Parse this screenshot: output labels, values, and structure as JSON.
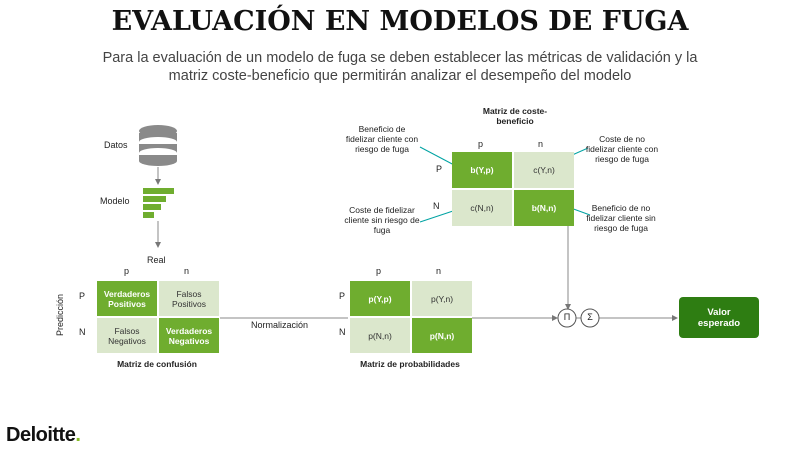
{
  "header": {
    "title": "EVALUACIÓN EN MODELOS DE FUGA",
    "subtitle_line1": "Para la evaluación de un modelo de fuga se deben establecer las métricas de validación y la",
    "subtitle_line2": "matriz coste-beneficio que permitirán analizar el desempeño del modelo"
  },
  "flow": {
    "datos": "Datos",
    "modelo": "Modelo",
    "real": "Real",
    "prediccion": "Predicción",
    "normalizacion": "Normalización",
    "valor_esperado": "Valor esperado",
    "pi": "Π",
    "sigma": "Σ"
  },
  "confusion": {
    "col_p": "p",
    "col_n": "n",
    "row_p": "P",
    "row_n": "N",
    "tp": "Verdaderos Positivos",
    "fp": "Falsos Positivos",
    "fn": "Falsos Negativos",
    "tn": "Verdaderos Negativos",
    "caption": "Matriz de confusión"
  },
  "probabilidades": {
    "col_p": "p",
    "col_n": "n",
    "row_p": "P",
    "row_n": "N",
    "yp": "p(Y,p)",
    "yn": "p(Y,n)",
    "np": "p(N,n)",
    "nn": "p(N,n)",
    "caption": "Matriz de probabilidades"
  },
  "coste": {
    "title": "Matriz de coste-beneficio",
    "col_p": "p",
    "col_n": "n",
    "row_p": "P",
    "row_n": "N",
    "byp": "b(Y,p)",
    "cyn": "c(Y,n)",
    "cnn": "c(N,n)",
    "bnn": "b(N,n)",
    "ann_tl": "Beneficio de fidelizar cliente con riesgo de fuga",
    "ann_tr": "Coste de no fidelizar cliente con riesgo de fuga",
    "ann_bl": "Coste de fidelizar cliente sin riesgo de fuga",
    "ann_br": "Beneficio de no fidelizar cliente sin riesgo de fuga"
  },
  "brand": {
    "name": "Deloitte",
    "dot": "."
  },
  "colors": {
    "dark_green": "#6fad2f",
    "light_green": "#dbe7cc",
    "button_green": "#2e7d12",
    "teal": "#00a3a3",
    "brand_dot": "#86bc25"
  }
}
